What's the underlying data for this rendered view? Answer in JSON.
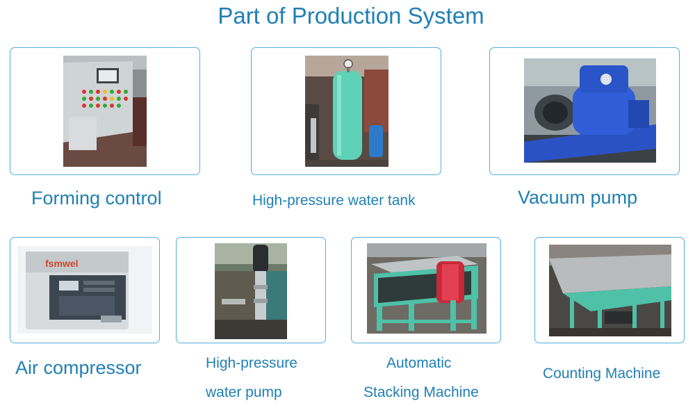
{
  "title": "Part of Production System",
  "items": [
    {
      "caption": "Forming control",
      "photo": "control-cabinet-photo"
    },
    {
      "caption": "High-pressure water tank",
      "photo": "water-tank-photo"
    },
    {
      "caption": "Vacuum pump",
      "photo": "vacuum-pump-photo"
    },
    {
      "caption": "Air compressor",
      "photo": "air-compressor-photo",
      "brand": "fsmwel"
    },
    {
      "caption_line1": "High-pressure",
      "caption_line2": "water pump",
      "photo": "water-pump-photo"
    },
    {
      "caption_line1": "Automatic",
      "caption_line2": "Stacking Machine",
      "photo": "stacking-machine-photo"
    },
    {
      "caption": "Counting Machine",
      "photo": "counting-machine-photo"
    }
  ],
  "colors": {
    "accent": "#1f7fb4",
    "border": "#4fb0dc",
    "machine_green": "#4fc1a8",
    "machine_blue": "#2a54c2"
  }
}
